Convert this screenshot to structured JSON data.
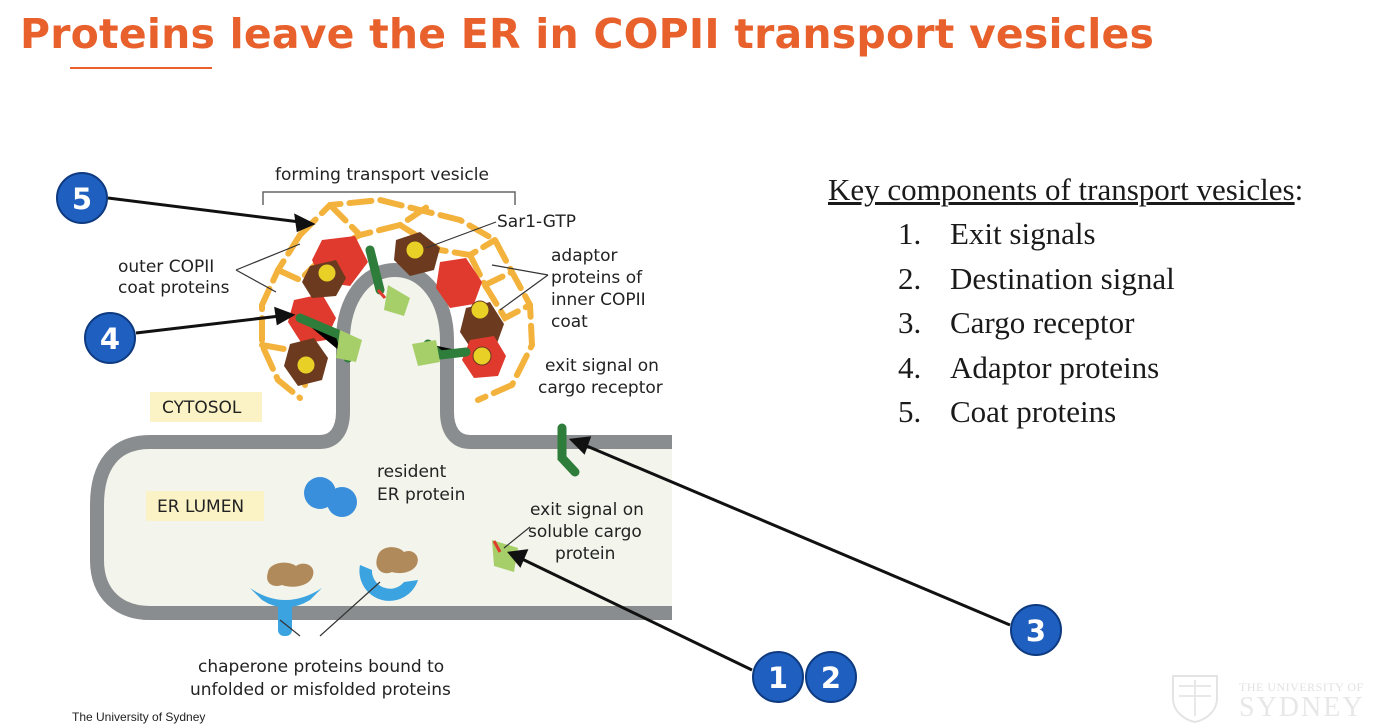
{
  "title": "Proteins leave the ER in COPII transport vesicles",
  "diagram": {
    "labels": {
      "forming_vesicle": "forming transport vesicle",
      "sar1": "Sar1-GTP",
      "outer_coat_1": "outer COPII",
      "outer_coat_2": "coat proteins",
      "adaptor_1": "adaptor",
      "adaptor_2": "proteins of",
      "adaptor_3": "inner COPII",
      "adaptor_4": "coat",
      "exit_receptor_1": "exit signal on",
      "exit_receptor_2": "cargo receptor",
      "cytosol": "CYTOSOL",
      "er_lumen": "ER LUMEN",
      "resident_1": "resident",
      "resident_2": "ER protein",
      "exit_soluble_1": "exit signal on",
      "exit_soluble_2": "soluble cargo",
      "exit_soluble_3": "protein",
      "chaperone_1": "chaperone proteins bound to",
      "chaperone_2": "unfolded or misfolded proteins"
    },
    "badges": {
      "b5": "5",
      "b4": "4",
      "b3": "3",
      "b1": "1",
      "b2": "2"
    },
    "colors": {
      "badge": "#1f5fbf",
      "membrane": "#8a8d8f",
      "lumen": "#f3f5ec",
      "coat": "#f3b23c",
      "sar1": "#e8d026",
      "adaptor_red": "#e03a2e",
      "adaptor_brown": "#6b3a1f",
      "receptor_green": "#2e7d3a",
      "cargo_lightgreen": "#a6cf6a",
      "resident_blue": "#3a8fdc",
      "chaperone_blue": "#3aa3e0",
      "unfolded_tan": "#b08a5a"
    }
  },
  "key": {
    "heading": "Key components of transport vesicles",
    "colon": ":",
    "items": [
      {
        "num": "1.",
        "text": "Exit signals"
      },
      {
        "num": "2.",
        "text": "Destination signal"
      },
      {
        "num": "3.",
        "text": "Cargo receptor"
      },
      {
        "num": "4.",
        "text": "Adaptor proteins"
      },
      {
        "num": "5.",
        "text": "Coat proteins"
      }
    ]
  },
  "footer": "The University of Sydney",
  "logo": {
    "line1": "THE UNIVERSITY OF",
    "line2": "SYDNEY"
  }
}
